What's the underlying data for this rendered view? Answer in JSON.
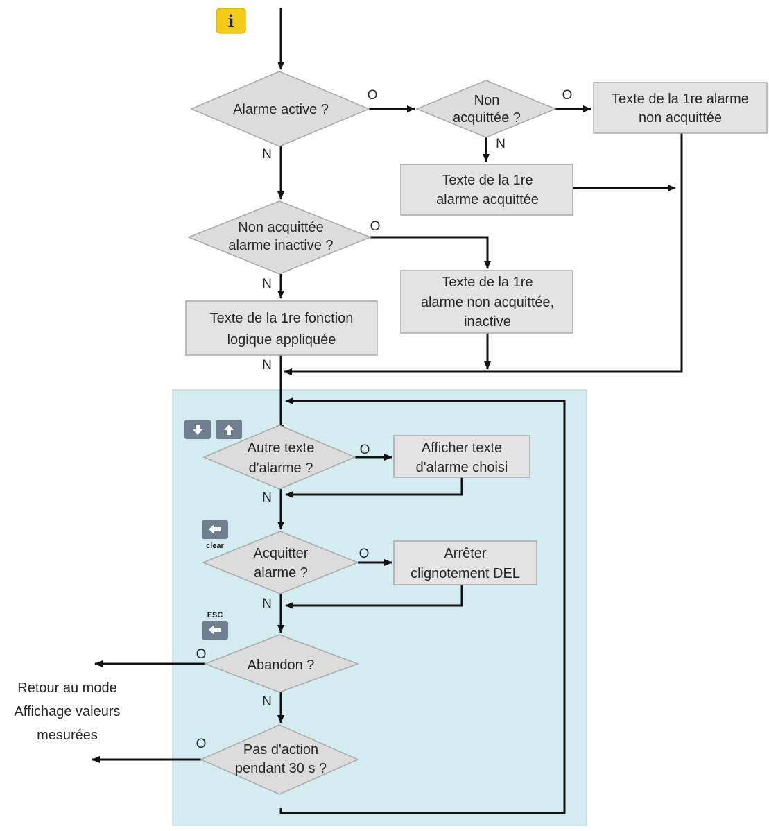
{
  "info_badge": {
    "glyph": "i",
    "icon": "info-icon"
  },
  "decisions": {
    "alarm_active": [
      "Alarme active ?"
    ],
    "not_acknowledged": [
      "Non",
      "acquittée ?"
    ],
    "unack_inactive": [
      "Non acquittée",
      "alarme inactive ?"
    ],
    "other_text": [
      "Autre texte",
      "d'alarme ?"
    ],
    "acknowledge": [
      "Acquitter",
      "alarme ?"
    ],
    "abort": [
      "Abandon ?"
    ],
    "no_action": [
      "Pas d'action",
      "pendant 30 s ?"
    ]
  },
  "processes": {
    "first_unack": [
      "Texte de la 1re alarme",
      "non acquittée"
    ],
    "first_ack": [
      "Texte de la 1re",
      "alarme acquittée"
    ],
    "first_unack_inactive": [
      "Texte de la 1re",
      "alarme non acquittée,",
      "inactive"
    ],
    "first_logic": [
      "Texte de la 1re fonction",
      "logique appliquée"
    ],
    "show_selected": [
      "Afficher texte",
      "d'alarme choisi"
    ],
    "stop_blink": [
      "Arrêter",
      "clignotement DEL"
    ]
  },
  "yes_label": "O",
  "no_label": "N",
  "keys": {
    "clear": "clear",
    "esc": "ESC"
  },
  "return_text": [
    "Retour au mode",
    "Affichage valeurs",
    "mesurées"
  ],
  "colors": {
    "panel": "#d4ecf1",
    "badge": "#f2cc15",
    "shape_fill": "#dcdcdc",
    "key": "#6f7f90"
  }
}
